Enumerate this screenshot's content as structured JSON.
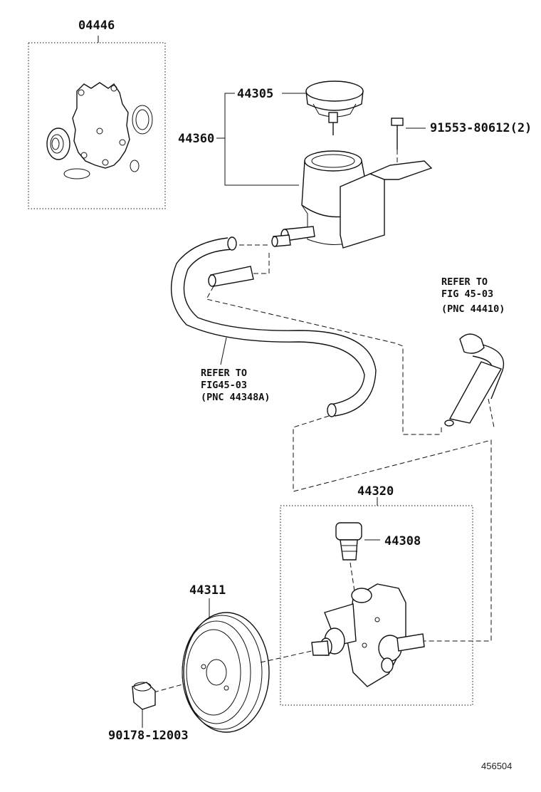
{
  "diagram": {
    "parts": {
      "gasket_kit": "04446",
      "reservoir_cap": "44305",
      "reservoir": "44360",
      "bolt": "91553-80612(2)",
      "pump_assy": "44320",
      "valve": "44308",
      "pulley": "44311",
      "nut": "90178-12003"
    },
    "refer_notes": {
      "hose_return": [
        "REFER TO",
        "FIG 45-03",
        "(PNC 44410)"
      ],
      "hose_suction": [
        "REFER TO",
        "FIG45-03",
        "(PNC 44348A)"
      ]
    },
    "figure_id": "456504"
  }
}
